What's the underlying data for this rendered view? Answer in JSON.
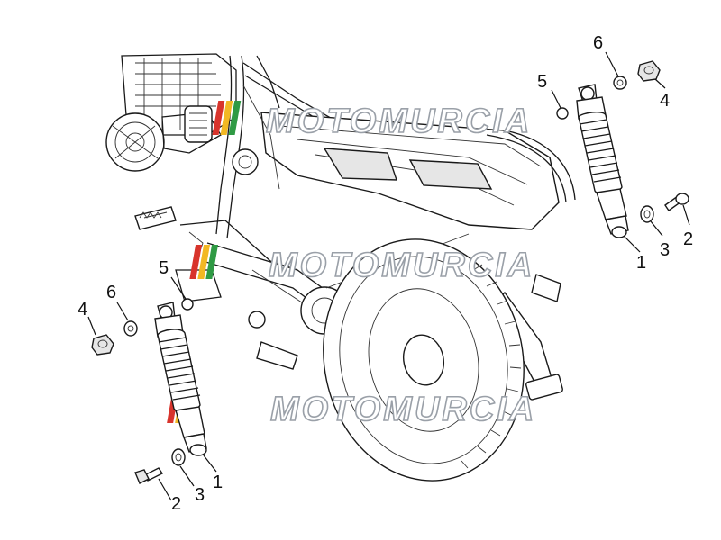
{
  "watermark": {
    "text": "MOTOMURCIA",
    "stripe_colors": [
      "#d8342c",
      "#f2b824",
      "#2f9a44"
    ]
  },
  "callouts": {
    "right": {
      "shock": "1",
      "bolt": "2",
      "washer": "3",
      "nut": "4",
      "washer_small": "5",
      "washer_top": "6"
    },
    "left": {
      "shock": "1",
      "bolt": "2",
      "washer": "3",
      "nut": "4",
      "washer_small": "5",
      "washer_top": "6"
    }
  },
  "colors": {
    "line": "#1a1a1a",
    "background": "#ffffff",
    "watermark_outline": "#9aa0a8"
  }
}
